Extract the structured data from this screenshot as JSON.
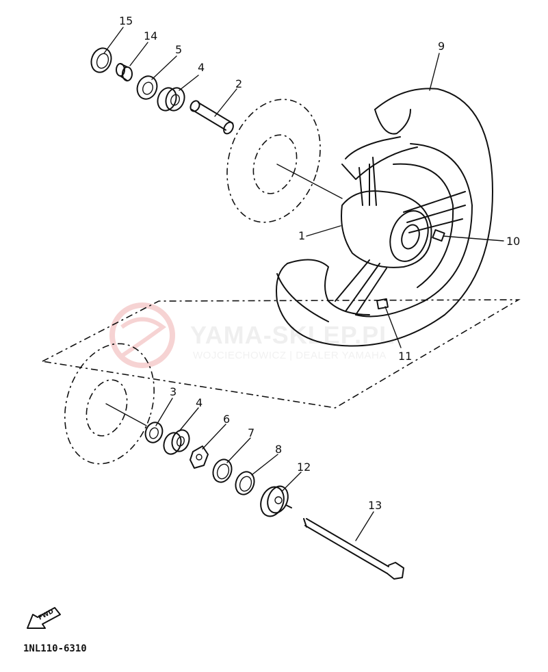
{
  "diagram": {
    "labels": {
      "l1": "1",
      "l2": "2",
      "l3": "3",
      "l4a": "4",
      "l4b": "4",
      "l5": "5",
      "l6": "6",
      "l7": "7",
      "l8": "8",
      "l9": "9",
      "l10": "10",
      "l11": "11",
      "l12": "12",
      "l13": "13",
      "l14": "14",
      "l15": "15"
    },
    "fwd_label": "FWD",
    "diagram_code": "1NL110-6310"
  },
  "watermark": {
    "title": "YAMA-SKLEP.PL",
    "subtitle": "WOJCIECHOWICZ | DEALER YAMAHA",
    "color": "#e8a0a0"
  }
}
